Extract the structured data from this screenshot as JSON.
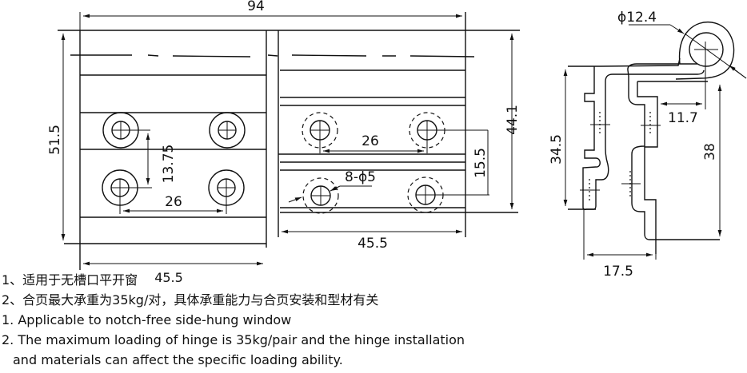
{
  "drawing": {
    "title": "Hinge dimension drawing",
    "front_view": {
      "overall_width": "94",
      "left_leaf": {
        "height": "51.5",
        "width": "45.5",
        "hole_vertical_spacing": "13.75",
        "hole_horizontal_spacing": "26"
      },
      "right_leaf": {
        "height": "44.1",
        "width": "45.5",
        "hole_vertical_spacing": "15.5",
        "hole_horizontal_spacing": "26",
        "hole_spec": "8-ϕ5"
      }
    },
    "side_view": {
      "knuckle_diameter": "ϕ12.4",
      "pin_offset": "11.7",
      "left_height": "34.5",
      "right_height": "38",
      "depth": "17.5"
    }
  },
  "notes": {
    "zh": [
      "1、适用于无槽口平开窗",
      "2、合页最大承重为35kg/对，具体承重能力与合页安装和型材有关"
    ],
    "en": [
      "1. Applicable to notch-free side-hung window",
      "2. The maximum loading of hinge is 35kg/pair and the hinge installation",
      "and materials can affect the specific loading ability."
    ]
  }
}
